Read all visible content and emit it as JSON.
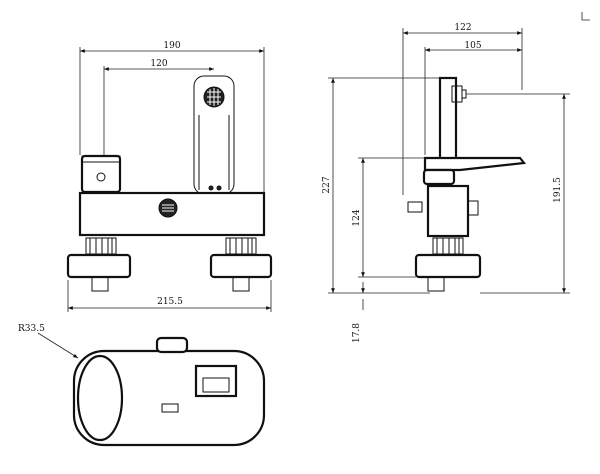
{
  "dimensions": {
    "front_overall_width": "190",
    "front_center_distance": "120",
    "front_base_width": "215.5",
    "side_overall_width": "122",
    "side_spout_reach": "105",
    "side_total_height": "227",
    "side_outlet_height": "191.5",
    "side_body_height": "124",
    "side_bottom_offset": "17.8",
    "top_radius": "R33.5"
  },
  "icons": {
    "aerator": "grid-icon",
    "diverter": "knob-icon"
  }
}
